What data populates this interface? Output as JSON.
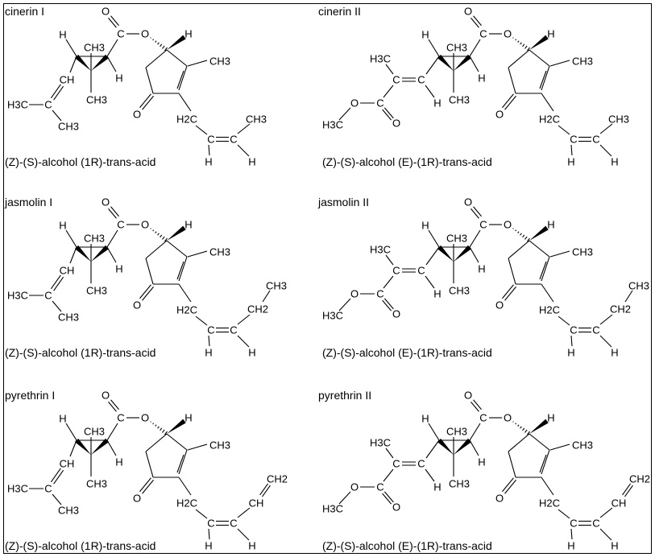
{
  "molecules": [
    {
      "name": "cinerin I",
      "caption": "(Z)-(S)-alcohol  (1R)-trans-acid",
      "acid": "I",
      "side": "cinerin",
      "side_labels": [
        "CH3"
      ],
      "acid_labels": [
        "CH",
        "C",
        "H3C",
        "CH3"
      ]
    },
    {
      "name": "cinerin II",
      "caption": "(Z)-(S)-alcohol  (E)-(1R)-trans-acid",
      "acid": "II",
      "side": "cinerin",
      "side_labels": [
        "CH3"
      ],
      "acid_labels": [
        "C",
        "C",
        "H3C",
        "H",
        "C",
        "O",
        "O",
        "H3C"
      ]
    },
    {
      "name": "jasmolin I",
      "caption": "(Z)-(S)-alcohol  (1R)-trans-acid",
      "acid": "I",
      "side": "jasmolin",
      "side_labels": [
        "CH2",
        "CH3"
      ],
      "acid_labels": [
        "CH",
        "C",
        "H3C",
        "CH3"
      ]
    },
    {
      "name": "jasmolin II",
      "caption": "(Z)-(S)-alcohol  (E)-(1R)-trans-acid",
      "acid": "II",
      "side": "jasmolin",
      "side_labels": [
        "CH2",
        "CH3"
      ],
      "acid_labels": [
        "C",
        "C",
        "H3C",
        "H",
        "C",
        "O",
        "O",
        "H3C"
      ]
    },
    {
      "name": "pyrethrin I",
      "caption": "(Z)-(S)-alcohol  (1R)-trans-acid",
      "acid": "I",
      "side": "pyrethrin",
      "side_labels": [
        "CH",
        "CH2"
      ],
      "acid_labels": [
        "CH",
        "C",
        "H3C",
        "CH3"
      ]
    },
    {
      "name": "pyrethrin II",
      "caption": "(Z)-(S)-alcohol  (E)-(1R)-trans-acid",
      "acid": "II",
      "side": "pyrethrin",
      "side_labels": [
        "CH",
        "CH2"
      ],
      "acid_labels": [
        "C",
        "C",
        "H3C",
        "H",
        "C",
        "O",
        "O",
        "H3C"
      ]
    }
  ],
  "core_labels": [
    "O",
    "C",
    "O",
    "H",
    "CH3",
    "O",
    "H2C",
    "C",
    "C",
    "H",
    "H",
    "H",
    "CH3",
    "H",
    "CH3"
  ]
}
